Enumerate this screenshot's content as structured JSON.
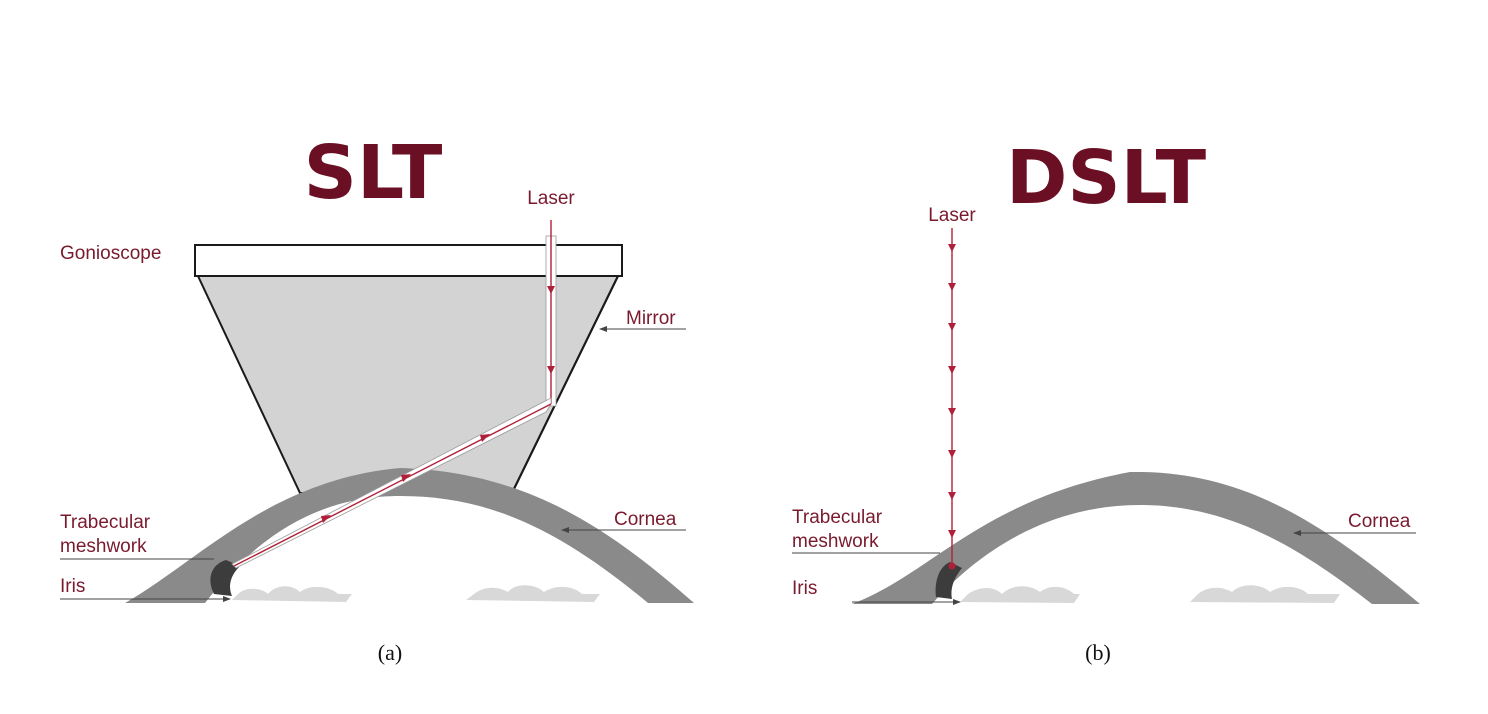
{
  "panel_a": {
    "title": "SLT",
    "labels": {
      "laser": "Laser",
      "gonioscope": "Gonioscope",
      "mirror": "Mirror",
      "cornea": "Cornea",
      "trabecular_line1": "Trabecular",
      "trabecular_line2": "meshwork",
      "iris": "Iris"
    },
    "caption": "(a)"
  },
  "panel_b": {
    "title": "DSLT",
    "labels": {
      "laser": "Laser",
      "cornea": "Cornea",
      "trabecular_line1": "Trabecular",
      "trabecular_line2": "meshwork",
      "iris": "Iris"
    },
    "caption": "(b)"
  },
  "colors": {
    "title": "#6b0f24",
    "label": "#7a1a2e",
    "laser": "#b0203a",
    "cornea": "#8a8a8a",
    "gonioscope_fill": "#d3d3d3",
    "trabecular": "#3c3c3c",
    "iris": "#d8d8d8"
  }
}
